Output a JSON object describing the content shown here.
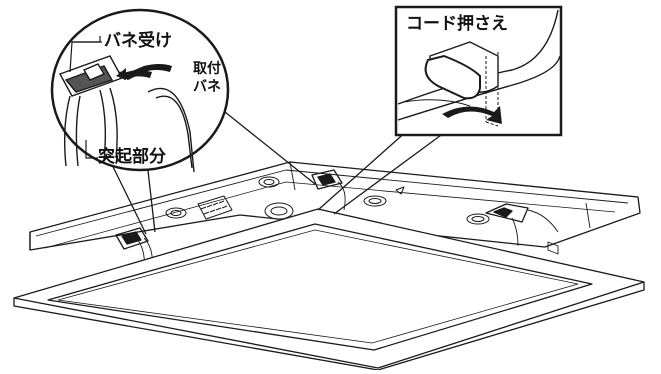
{
  "labels": {
    "spring_receiver": "バネ受け",
    "mounting_spring_line1": "取付",
    "mounting_spring_line2": "バネ",
    "protrusion": "突起部分",
    "cord_holder": "コード押さえ"
  },
  "colors": {
    "line": "#1a1a1a",
    "background": "#ffffff",
    "shade": "#9a9a9a"
  }
}
